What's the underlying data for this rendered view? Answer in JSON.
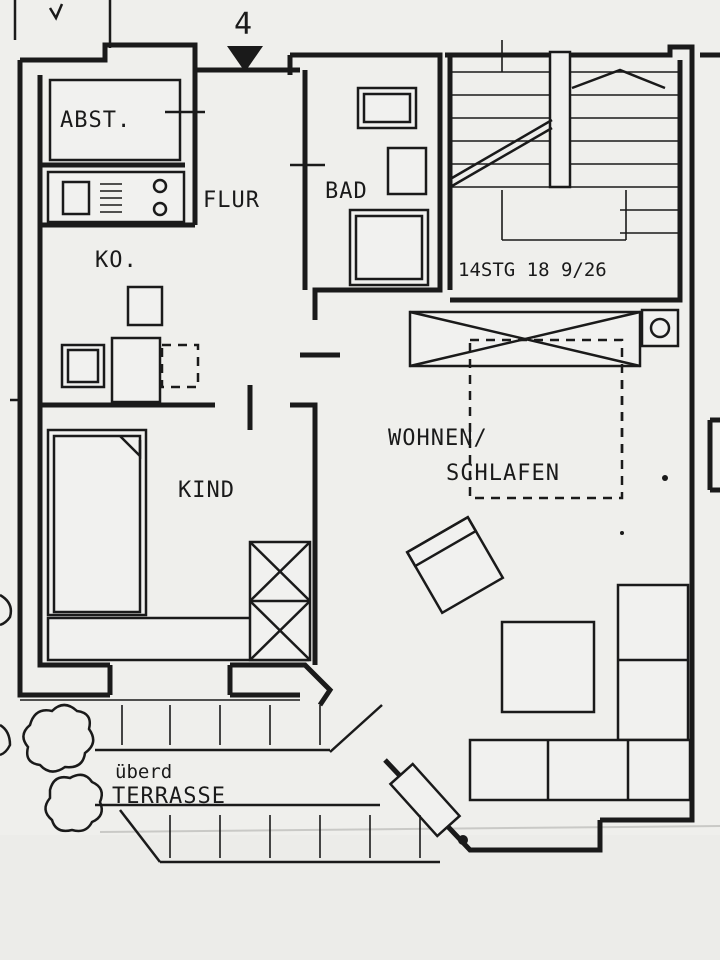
{
  "plan": {
    "unit_number": "4",
    "rooms": {
      "storage": "ABST.",
      "hallway": "FLUR",
      "bathroom": "BAD",
      "kitchen": "KO.",
      "child_room": "KIND",
      "living_line1": "WOHNEN/",
      "living_line2": "SCHLAFEN"
    },
    "stairs_label": "14STG 18 9/26",
    "terrace_line1": "überd",
    "terrace_line2": "TERRASSE"
  }
}
